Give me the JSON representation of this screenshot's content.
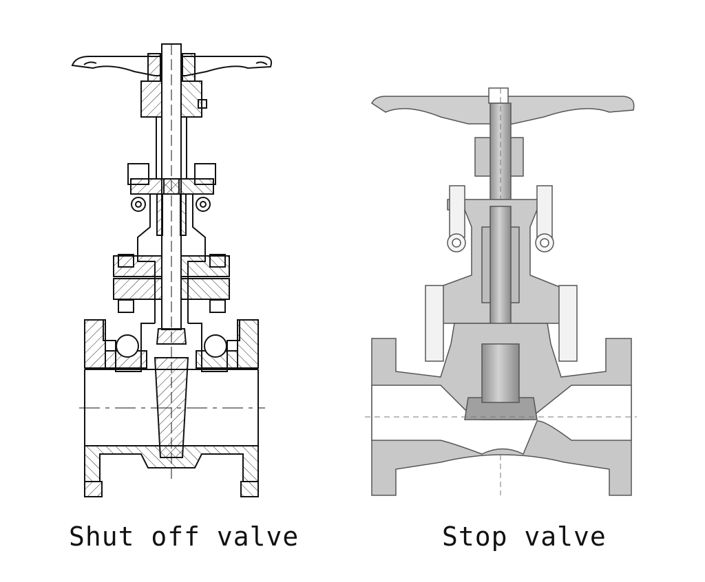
{
  "figure": {
    "diagrams": [
      {
        "id": "left",
        "caption": "Shut off valve",
        "style": "line-drawing-hatched",
        "color": "#111111"
      },
      {
        "id": "right",
        "caption": "Stop valve",
        "style": "shaded-cross-section",
        "fill": "#c8c8c8",
        "stem_fill": "#a9a9a9",
        "outline": "#555555"
      }
    ]
  }
}
